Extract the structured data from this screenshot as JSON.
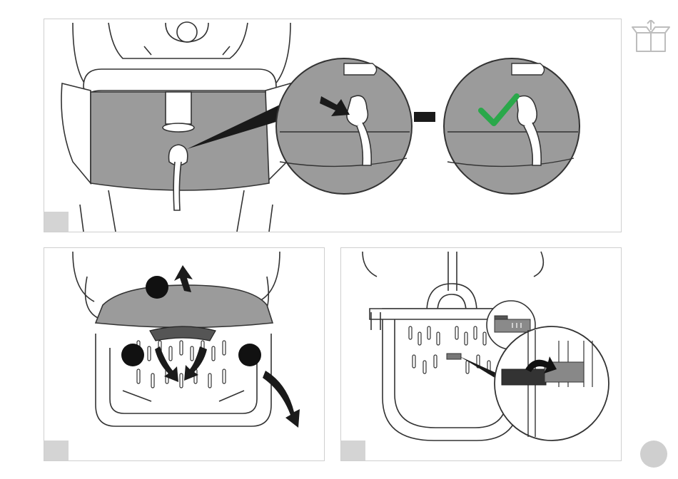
{
  "colors": {
    "panel_border": "#cfcfcf",
    "step_tab": "#d4d4d4",
    "highlight_fill": "#9b9b9b",
    "line_art": "#333333",
    "check_mark": "#2aa84a",
    "arrow": "#1a1a1a",
    "page_indicator": "#cfcfcf"
  },
  "icons": {
    "corner": "box-with-up-arrow-icon",
    "check": "check-mark-icon",
    "arrow": "black-arrow-icon",
    "page": "page-indicator-dot-icon"
  },
  "panels": [
    {
      "id": "top",
      "step_label": "",
      "callouts": [
        "zoom-pull-strap",
        "zoom-correct"
      ]
    },
    {
      "id": "bottom-left",
      "step_label": "",
      "numbered_markers": 3
    },
    {
      "id": "bottom-right",
      "step_label": "",
      "callouts": [
        "zoom-velcro-small",
        "zoom-velcro-large"
      ]
    }
  ]
}
